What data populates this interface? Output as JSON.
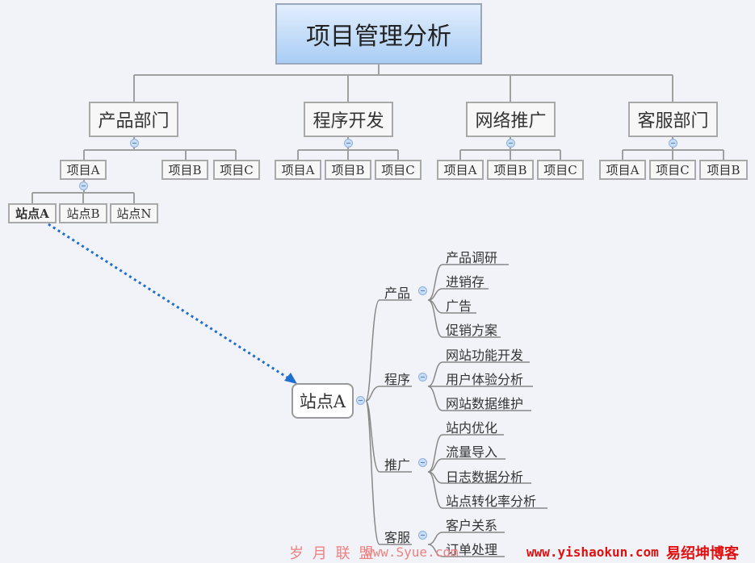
{
  "title": "项目管理分析",
  "departments": [
    {
      "label": "产品部门",
      "projects": [
        "项目A",
        "项目B",
        "项目C"
      ]
    },
    {
      "label": "程序开发",
      "projects": [
        "项目A",
        "项目B",
        "项目C"
      ]
    },
    {
      "label": "网络推广",
      "projects": [
        "项目A",
        "项目B",
        "项目C"
      ]
    },
    {
      "label": "客服部门",
      "projects": [
        "项目A",
        "项目C",
        "项目B"
      ]
    }
  ],
  "sites": [
    "站点A",
    "站点B",
    "站点N"
  ],
  "mindmap": {
    "center": "站点A",
    "branches": [
      {
        "label": "产品",
        "leaves": [
          "产品调研",
          "进销存",
          "广告",
          "促销方案"
        ]
      },
      {
        "label": "程序",
        "leaves": [
          "网站功能开发",
          "用户体验分析",
          "网站数据维护"
        ]
      },
      {
        "label": "推广",
        "leaves": [
          "站内优化",
          "流量导入",
          "日志数据分析",
          "站点转化率分析"
        ]
      },
      {
        "label": "客服",
        "leaves": [
          "客户关系",
          "订单处理"
        ]
      }
    ]
  },
  "watermarks": {
    "left_name": "岁 月 联 盟",
    "left_url": "www.Syue.com",
    "right_url": "www.yishaokun.com",
    "right_name": "易绍坤博客"
  },
  "colors": {
    "arrow": "#1e6fd0",
    "watermark": "#e01010"
  }
}
